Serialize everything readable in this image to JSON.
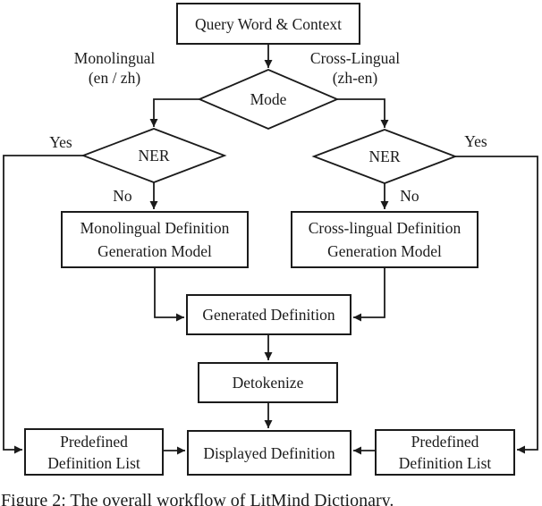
{
  "figure": {
    "caption": "Figure 2: The overall workflow of LitMind Dictionary."
  },
  "nodes": {
    "query": "Query Word & Context",
    "mode": "Mode",
    "ner_left": "NER",
    "ner_right": "NER",
    "mono_model_line1": "Monolingual Definition",
    "mono_model_line2": "Generation Model",
    "cross_model_line1": "Cross-lingual Definition",
    "cross_model_line2": "Generation Model",
    "generated": "Generated Definition",
    "detokenize": "Detokenize",
    "predefined_left_line1": "Predefined",
    "predefined_left_line2": "Definition List",
    "displayed": "Displayed Definition",
    "predefined_right_line1": "Predefined",
    "predefined_right_line2": "Definition List"
  },
  "edge_labels": {
    "mode_left_line1": "Monolingual",
    "mode_left_line2": "(en / zh)",
    "mode_right_line1": "Cross-Lingual",
    "mode_right_line2": "(zh-en)",
    "yes_left": "Yes",
    "yes_right": "Yes",
    "no_left": "No",
    "no_right": "No"
  },
  "colors": {
    "line": "#1b1b1b",
    "background": "#ffffff",
    "text": "#1b1b1b"
  }
}
